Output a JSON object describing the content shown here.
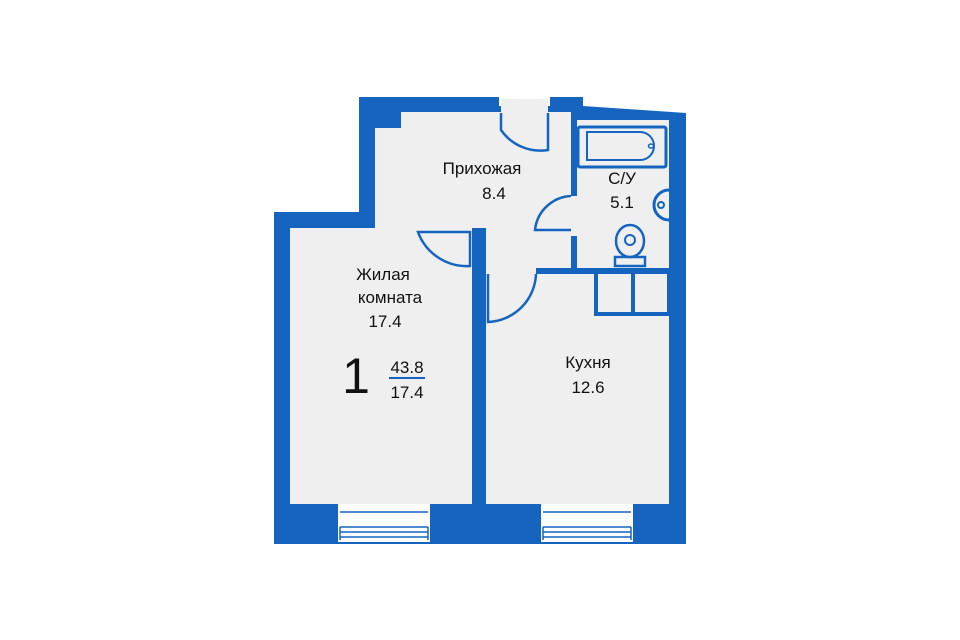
{
  "colors": {
    "wall": "#1565c0",
    "floor": "#efefef",
    "text": "#111111",
    "background": "#ffffff"
  },
  "rooms": {
    "hallway": {
      "name": "Прихожая",
      "area": "8.4"
    },
    "bathroom": {
      "name": "С/У",
      "area": "5.1"
    },
    "living_room": {
      "name_line1": "Жилая",
      "name_line2": "комната",
      "area": "17.4"
    },
    "kitchen": {
      "name": "Кухня",
      "area": "12.6"
    }
  },
  "summary": {
    "rooms_count": "1",
    "total_area": "43.8",
    "living_area": "17.4"
  },
  "icons": [
    "bathtub-icon",
    "sink-icon",
    "toilet-icon",
    "window-icon",
    "door-icon"
  ]
}
